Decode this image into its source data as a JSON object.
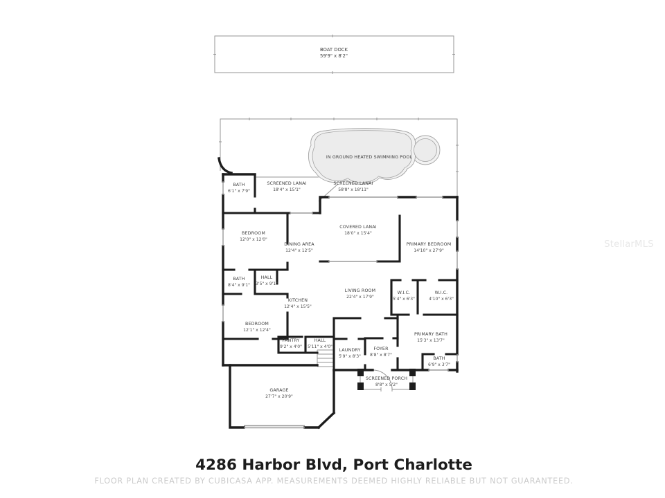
{
  "page": {
    "address": "4286 Harbor Blvd, Port Charlotte",
    "disclaimer": "FLOOR PLAN CREATED BY CUBICASA APP. MEASUREMENTS DEEMED HIGHLY RELIABLE BUT NOT GUARANTEED.",
    "watermark": "StellarMLS"
  },
  "colors": {
    "wall": "#1d1d1d",
    "screen_line": "#969696",
    "window_line": "#9a9a9a",
    "pool_fill": "#ececec",
    "pool_edge": "#a3a3a3",
    "label_text": "#3f3f3f",
    "disclaimer_text": "#cbcbcb"
  },
  "rooms": [
    {
      "label": "BOAT DOCK",
      "dims": "59'9\" x 8'2\""
    },
    {
      "label": "IN GROUND HEATED SWIMMING POOL",
      "dims": ""
    },
    {
      "label": "SCREENED LANAI",
      "dims": "58'8\" x 18'11\""
    },
    {
      "label": "BATH",
      "dims": "6'1\" x 7'9\""
    },
    {
      "label": "SCREENED LANAI",
      "dims": "18'4\" x 15'1\""
    },
    {
      "label": "BEDROOM",
      "dims": "12'0\" x 12'0\""
    },
    {
      "label": "DINING AREA",
      "dims": "12'4\" x 12'5\""
    },
    {
      "label": "COVERED LANAI",
      "dims": "18'0\" x 15'4\""
    },
    {
      "label": "PRIMARY BEDROOM",
      "dims": "14'10\" x 27'9\""
    },
    {
      "label": "BATH",
      "dims": "8'4\" x 9'1\""
    },
    {
      "label": "HALL",
      "dims": "3'5\" x 9'1\""
    },
    {
      "label": "KITCHEN",
      "dims": "12'4\" x 15'5\""
    },
    {
      "label": "LIVING ROOM",
      "dims": "22'4\" x 17'9\""
    },
    {
      "label": "W.I.C.",
      "dims": "5'4\" x 6'3\""
    },
    {
      "label": "W.I.C.",
      "dims": "4'10\" x 6'3\""
    },
    {
      "label": "BEDROOM",
      "dims": "12'1\" x 12'4\""
    },
    {
      "label": "PANTRY",
      "dims": "9'2\" x 4'0\""
    },
    {
      "label": "HALL",
      "dims": "5'11\" x 4'0\""
    },
    {
      "label": "LAUNDRY",
      "dims": "5'9\" x 8'3\""
    },
    {
      "label": "FOYER",
      "dims": "8'8\" x 8'7\""
    },
    {
      "label": "PRIMARY BATH",
      "dims": "15'3\" x 13'7\""
    },
    {
      "label": "BATH",
      "dims": "6'9\" x 3'7\""
    },
    {
      "label": "SCREENED PORCH",
      "dims": "8'8\" x 5'2\""
    },
    {
      "label": "GARAGE",
      "dims": "27'7\" x 20'9\""
    }
  ]
}
